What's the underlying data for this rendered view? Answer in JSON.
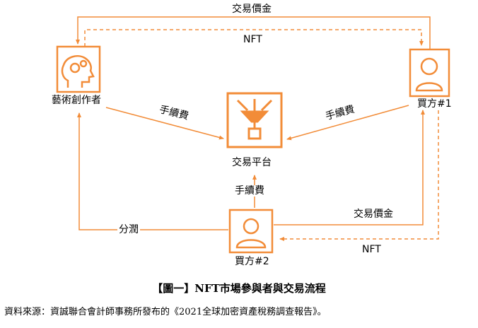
{
  "nodes": {
    "creator": "藝術創作者",
    "buyer1": "買方#1",
    "platform": "交易平台",
    "buyer2": "買方#2"
  },
  "edges": {
    "top_price": "交易價金",
    "top_nft": "NFT",
    "fee_left": "手續費",
    "fee_right": "手續費",
    "fee_bottom": "手續費",
    "share": "分潤",
    "bottom_price": "交易價金",
    "bottom_nft": "NFT"
  },
  "caption": "【圖一】NFT市場參與者與交易流程",
  "source": "資料來源：資誠聯合會計師事務所發布的《2021全球加密資產稅務調查報告》。",
  "colors": {
    "accent": "#f28c38"
  }
}
